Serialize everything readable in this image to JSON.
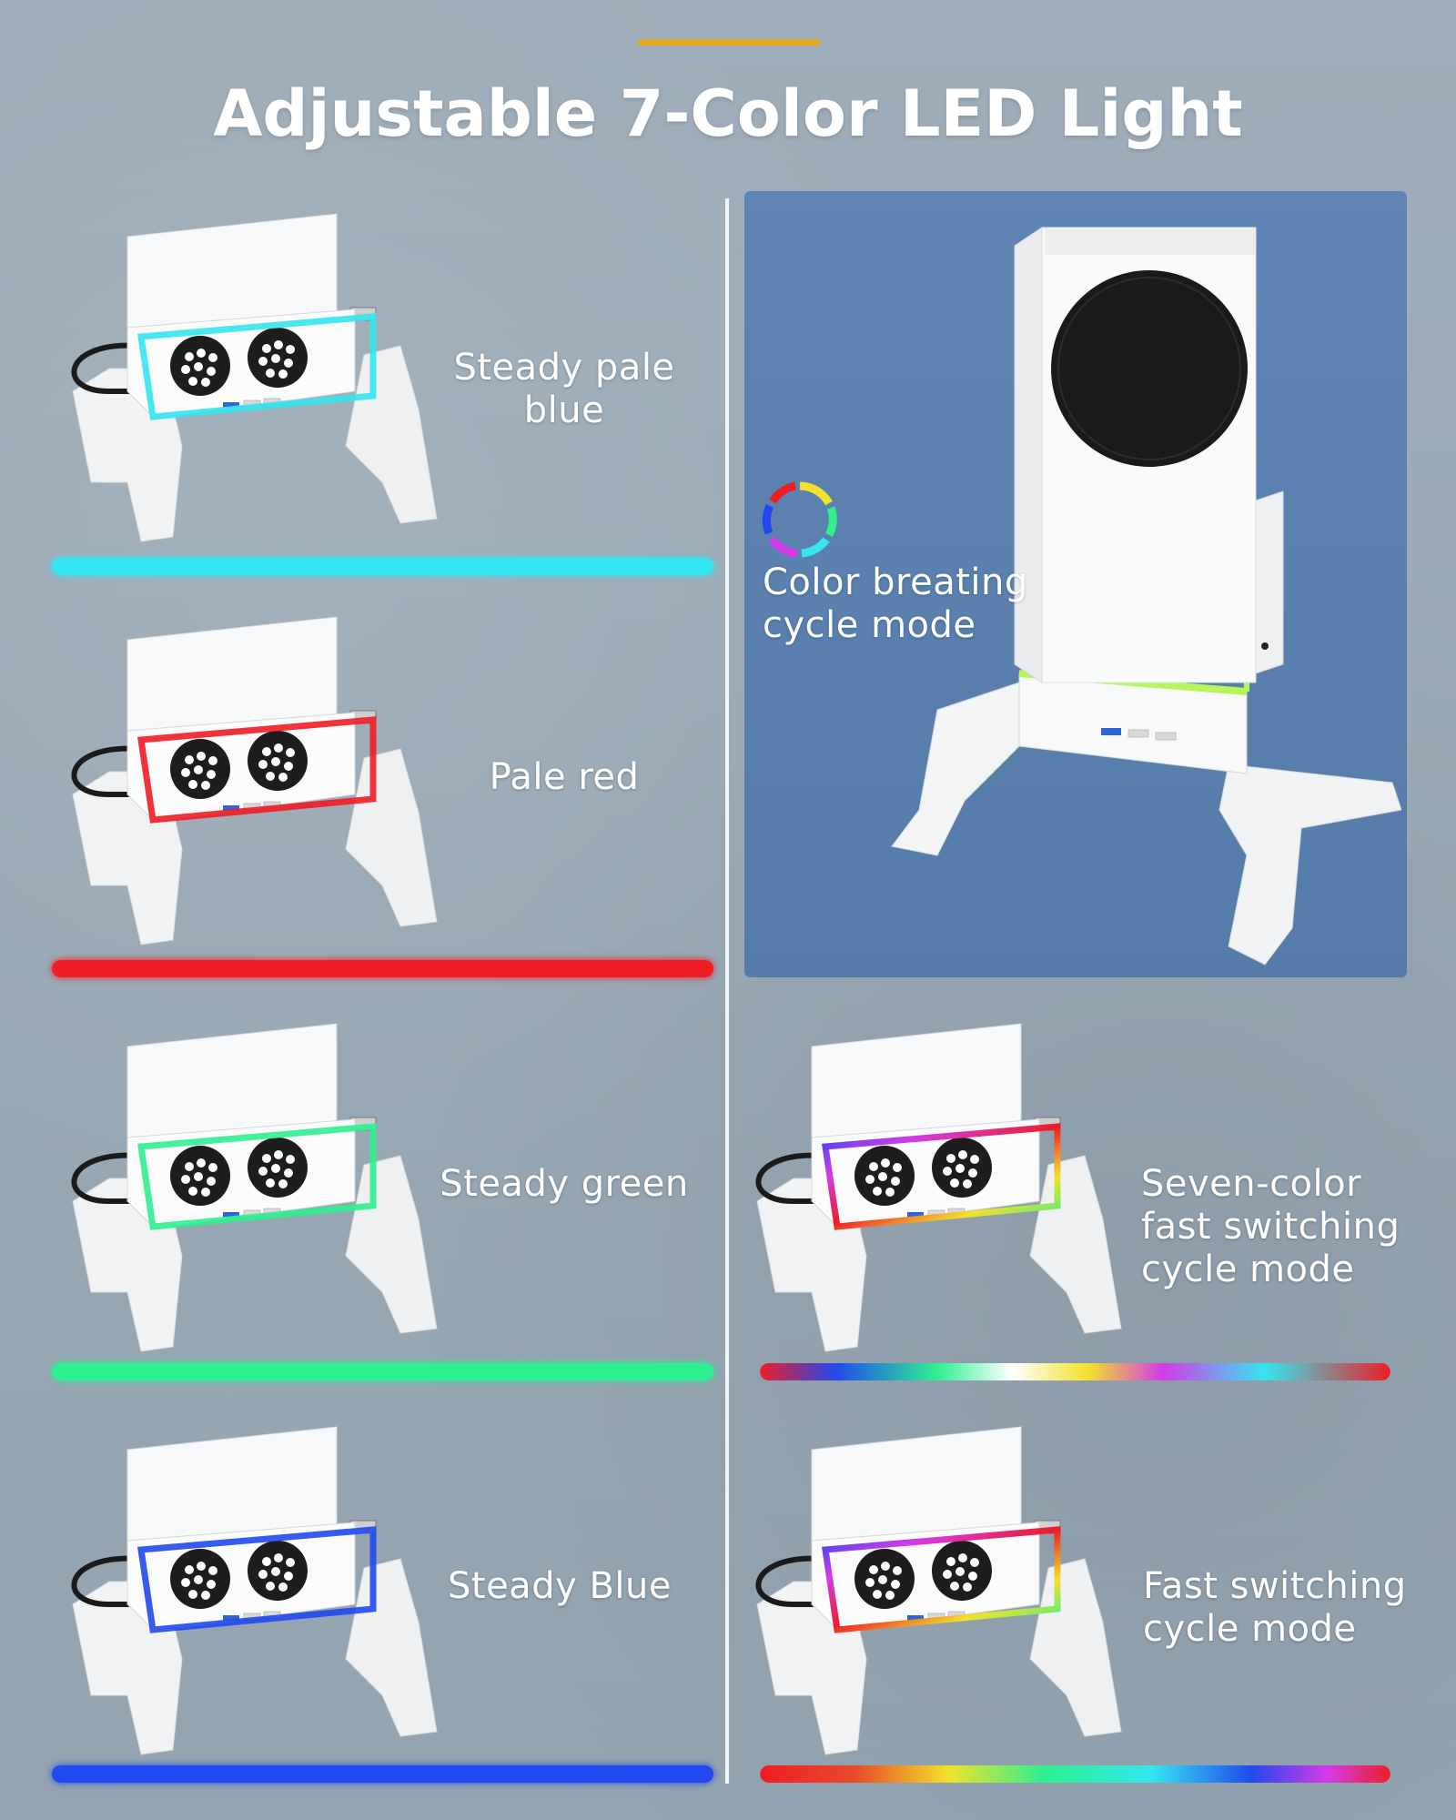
{
  "header": {
    "title": "Adjustable 7-Color LED Light",
    "accent_color": "#e8a51d"
  },
  "featured": {
    "label_line1": "Color breating",
    "label_line2": "cycle mode",
    "icon": "color-ring-icon"
  },
  "modes": [
    {
      "id": "pale-blue",
      "label_line1": "Steady pale",
      "label_line2": "blue",
      "color": "#34e6ef"
    },
    {
      "id": "pale-red",
      "label_line1": "Pale red",
      "label_line2": "",
      "color": "#ee1d26"
    },
    {
      "id": "green",
      "label_line1": "Steady green",
      "label_line2": "",
      "color": "#2ef08f"
    },
    {
      "id": "blue",
      "label_line1": "Steady Blue",
      "label_line2": "",
      "color": "#2149ef"
    },
    {
      "id": "seven-color",
      "label_line1": "Seven-color",
      "label_line2": "fast switching",
      "label_line3": "cycle mode",
      "color": "rainbow"
    },
    {
      "id": "fast-switch",
      "label_line1": "Fast switching",
      "label_line2": "cycle mode",
      "color": "rainbow"
    }
  ]
}
